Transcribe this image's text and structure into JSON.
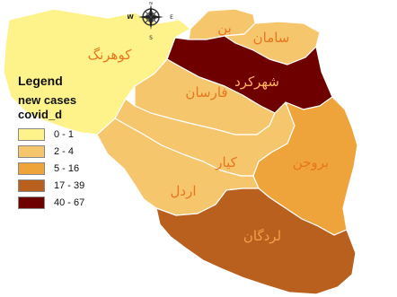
{
  "legend": {
    "title": "Legend",
    "subtitle": "new cases",
    "field": "covid_d",
    "classes": [
      {
        "label": "0 - 1",
        "color": "#fef38a"
      },
      {
        "label": "2 - 4",
        "color": "#f6c66d"
      },
      {
        "label": "5 - 16",
        "color": "#eea43a"
      },
      {
        "label": "17 - 39",
        "color": "#b9601e"
      },
      {
        "label": "40 - 67",
        "color": "#6e0000"
      }
    ]
  },
  "compass": {
    "n": "N",
    "s": "S",
    "e": "E",
    "w": "W"
  },
  "regions": [
    {
      "id": "kouhrang",
      "name": "کوهرنگ",
      "class": 0
    },
    {
      "id": "ben",
      "name": "بن",
      "class": 1
    },
    {
      "id": "saman",
      "name": "سامان",
      "class": 1
    },
    {
      "id": "shahrekord",
      "name": "شهرکرد",
      "class": 4
    },
    {
      "id": "farsan",
      "name": "فارسان",
      "class": 1
    },
    {
      "id": "kiar",
      "name": "کیار",
      "class": 1
    },
    {
      "id": "ardal",
      "name": "اردل",
      "class": 1
    },
    {
      "id": "boroujen",
      "name": "بروجن",
      "class": 2
    },
    {
      "id": "lordegan",
      "name": "لردگان",
      "class": 3
    }
  ]
}
